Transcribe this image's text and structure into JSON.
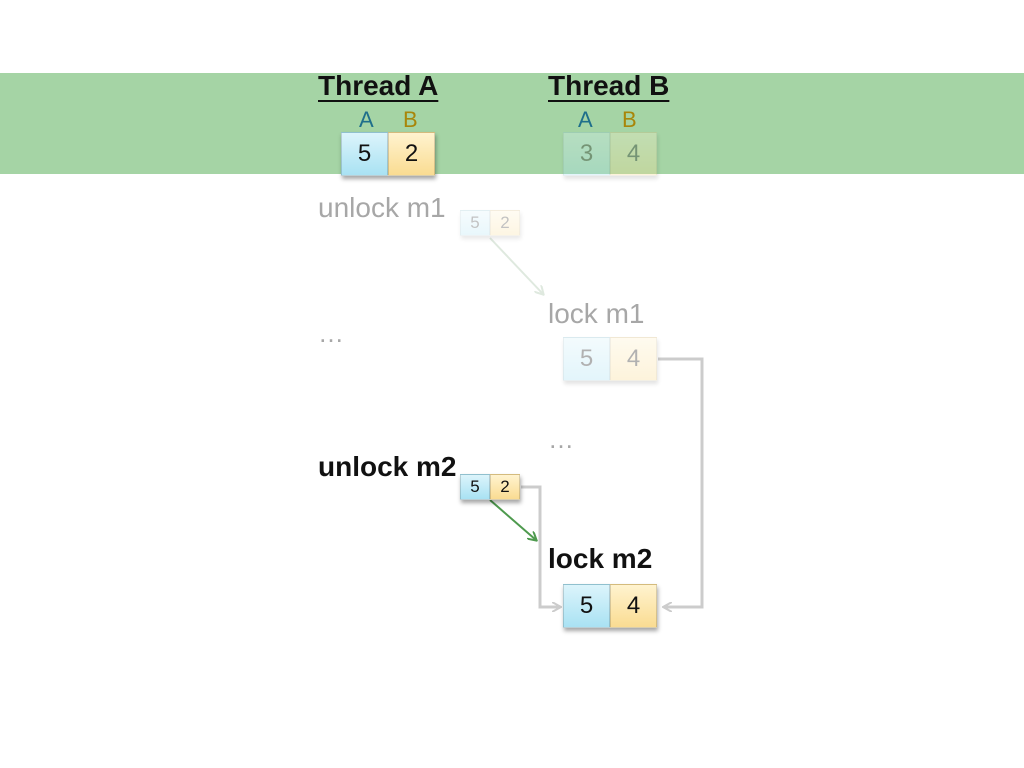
{
  "thread_a": {
    "title": "Thread A",
    "col_a": "A",
    "col_b": "B",
    "state": {
      "a": "5",
      "b": "2"
    },
    "steps": {
      "unlock_m1": "unlock m1",
      "ellipsis": "…",
      "unlock_m2": "unlock m2"
    },
    "snapshot_m1": {
      "a": "5",
      "b": "2"
    },
    "snapshot_m2": {
      "a": "5",
      "b": "2"
    }
  },
  "thread_b": {
    "title": "Thread B",
    "col_a": "A",
    "col_b": "B",
    "state": {
      "a": "3",
      "b": "4"
    },
    "steps": {
      "lock_m1": "lock m1",
      "ellipsis": "…",
      "lock_m2": "lock m2"
    },
    "after_lock_m1": {
      "a": "5",
      "b": "4"
    },
    "after_lock_m2": {
      "a": "5",
      "b": "4"
    }
  },
  "colors": {
    "band": "#a5d4a5",
    "col_a_label": "#1f6f8b",
    "col_b_label": "#a8860a",
    "muted_text": "#a7a7a7",
    "arrow_active": "#4e9a4e",
    "arrow_muted": "#cccccc"
  }
}
